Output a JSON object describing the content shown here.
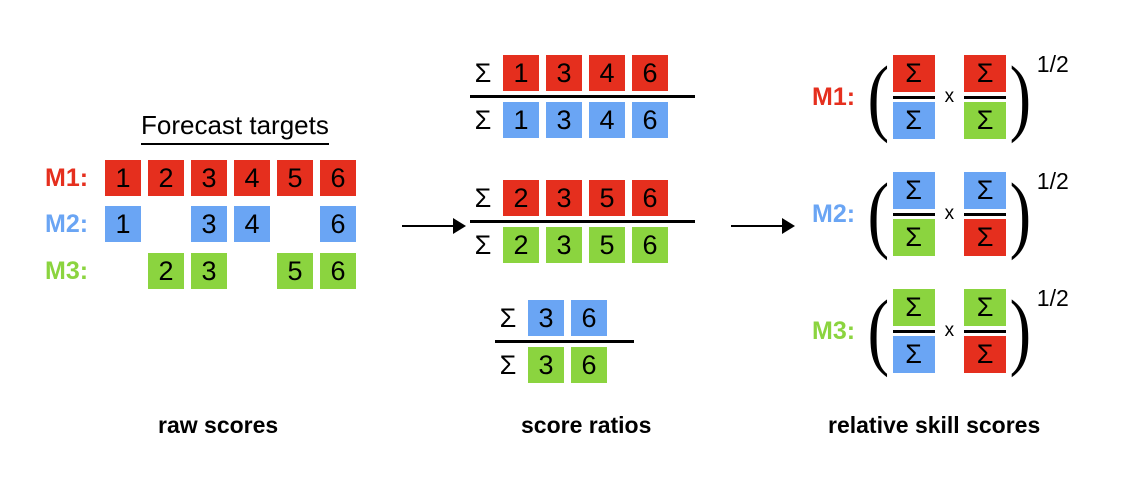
{
  "colors": {
    "red": "#E52F1E",
    "blue": "#6AA5F4",
    "green": "#8BD43F",
    "black": "#000000",
    "background": "#FFFFFF"
  },
  "panel_raw": {
    "title": "Forecast targets",
    "caption": "raw scores",
    "rows": [
      {
        "label": "M1:",
        "color": "red",
        "cells": [
          {
            "value": "1",
            "color": "red"
          },
          {
            "value": "2",
            "color": "red"
          },
          {
            "value": "3",
            "color": "red"
          },
          {
            "value": "4",
            "color": "red"
          },
          {
            "value": "5",
            "color": "red"
          },
          {
            "value": "6",
            "color": "red"
          }
        ]
      },
      {
        "label": "M2:",
        "color": "blue",
        "cells": [
          {
            "value": "1",
            "color": "blue"
          },
          {
            "value": "",
            "color": "blank"
          },
          {
            "value": "3",
            "color": "blue"
          },
          {
            "value": "4",
            "color": "blue"
          },
          {
            "value": "",
            "color": "blank"
          },
          {
            "value": "6",
            "color": "blue"
          }
        ]
      },
      {
        "label": "M3:",
        "color": "green",
        "cells": [
          {
            "value": "",
            "color": "blank"
          },
          {
            "value": "2",
            "color": "green"
          },
          {
            "value": "3",
            "color": "green"
          },
          {
            "value": "",
            "color": "blank"
          },
          {
            "value": "5",
            "color": "green"
          },
          {
            "value": "6",
            "color": "green"
          }
        ]
      }
    ]
  },
  "arrows": [
    {
      "name": "arrow-raw-to-ratios",
      "glyph": "→"
    },
    {
      "name": "arrow-ratios-to-skill",
      "glyph": "→"
    }
  ],
  "panel_ratios": {
    "caption": "score ratios",
    "sigma": "Σ",
    "blocks": [
      {
        "numerator": {
          "color": "red",
          "values": [
            "1",
            "3",
            "4",
            "6"
          ]
        },
        "denominator": {
          "color": "blue",
          "values": [
            "1",
            "3",
            "4",
            "6"
          ]
        }
      },
      {
        "numerator": {
          "color": "red",
          "values": [
            "2",
            "3",
            "5",
            "6"
          ]
        },
        "denominator": {
          "color": "green",
          "values": [
            "2",
            "3",
            "5",
            "6"
          ]
        }
      },
      {
        "numerator": {
          "color": "blue",
          "values": [
            "3",
            "6"
          ]
        },
        "denominator": {
          "color": "green",
          "values": [
            "3",
            "6"
          ]
        }
      }
    ]
  },
  "panel_skill": {
    "caption": "relative skill scores",
    "sigma": "Σ",
    "times": "x",
    "open_paren": "(",
    "close_paren": ")",
    "exponent": "1/2",
    "rows": [
      {
        "label": "M1:",
        "color": "red",
        "frac1": {
          "num": "red",
          "den": "blue"
        },
        "frac2": {
          "num": "red",
          "den": "green"
        }
      },
      {
        "label": "M2:",
        "color": "blue",
        "frac1": {
          "num": "blue",
          "den": "green"
        },
        "frac2": {
          "num": "blue",
          "den": "red"
        }
      },
      {
        "label": "M3:",
        "color": "green",
        "frac1": {
          "num": "green",
          "den": "blue"
        },
        "frac2": {
          "num": "green",
          "den": "red"
        }
      }
    ]
  }
}
